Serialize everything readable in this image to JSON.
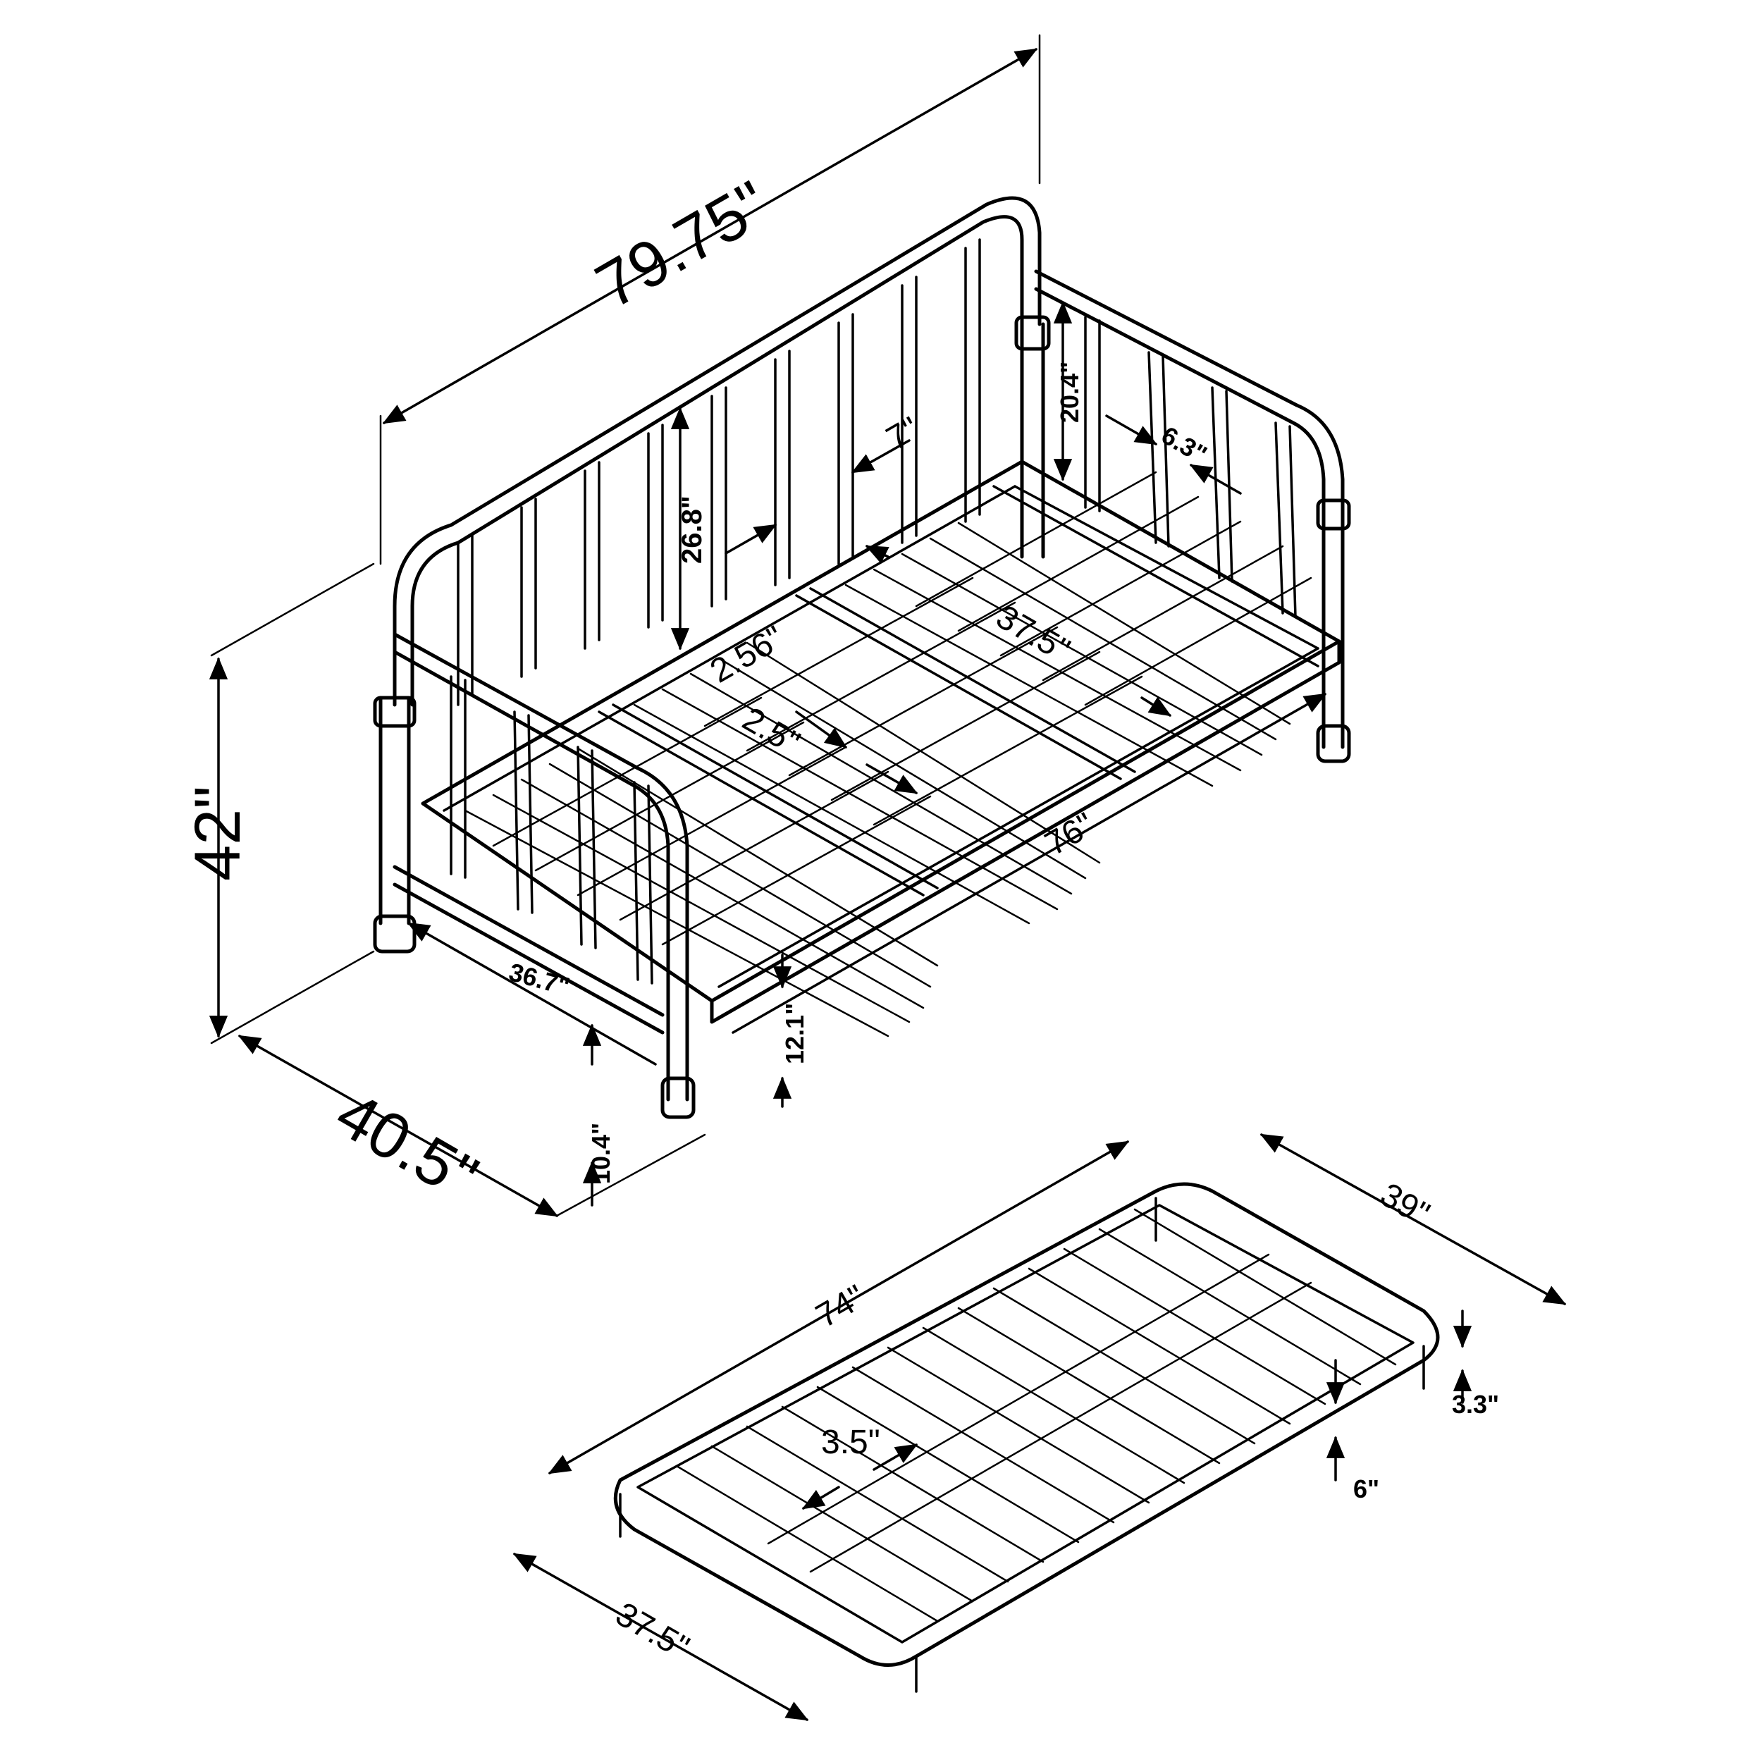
{
  "daybed": {
    "overall_length": "79.75\"",
    "overall_height": "42\"",
    "overall_depth": "40.5\"",
    "back_panel_height": "26.8\"",
    "back_slat_spacing": "7\"",
    "side_panel_height": "20.4\"",
    "side_spindle_spacing": "6.3\"",
    "slat_width": "2.56\"",
    "slat_spacing": "2.5\"",
    "deck_width": "37.5\"",
    "deck_length": "76\"",
    "inside_depth": "36.7\"",
    "rail_height": "12.1\"",
    "clearance": "10.4\""
  },
  "trundle": {
    "length": "74\"",
    "depth": "39\"",
    "inner_width": "37.5\"",
    "slat_spacing": "3.5\"",
    "leg_height": "3.3\"",
    "overall_height": "6\""
  }
}
